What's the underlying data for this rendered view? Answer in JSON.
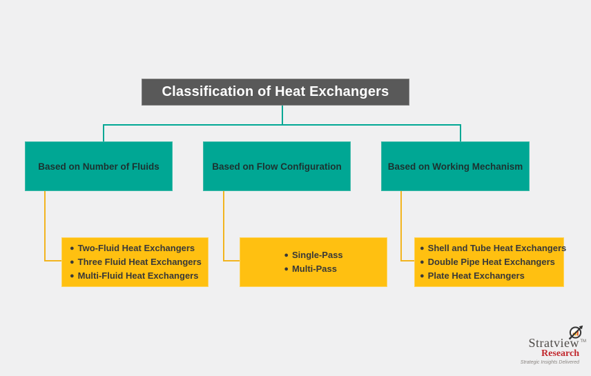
{
  "title": "Classification of Heat Exchangers",
  "glyphs": {
    "bullet": "●"
  },
  "categories": [
    {
      "label": "Based on Number of Fluids",
      "items": [
        "Two-Fluid Heat Exchangers",
        "Three Fluid Heat Exchangers",
        "Multi-Fluid Heat Exchangers"
      ]
    },
    {
      "label": "Based on Flow Configuration",
      "items": [
        "Single-Pass",
        "Multi-Pass"
      ]
    },
    {
      "label": "Based on Working Mechanism",
      "items": [
        "Shell and Tube Heat Exchangers",
        "Double Pipe Heat Exchangers",
        "Plate Heat Exchangers"
      ]
    }
  ],
  "colors": {
    "teal": "#00a794",
    "yellow": "#ffc011",
    "title_gray": "#595959",
    "background": "#f0f0f1",
    "logo_red": "#c1272d"
  },
  "logo": {
    "brand": "Stratview",
    "tm": "TM",
    "sub_brand": "Research",
    "tagline": "Strategic Insights Delivered"
  }
}
